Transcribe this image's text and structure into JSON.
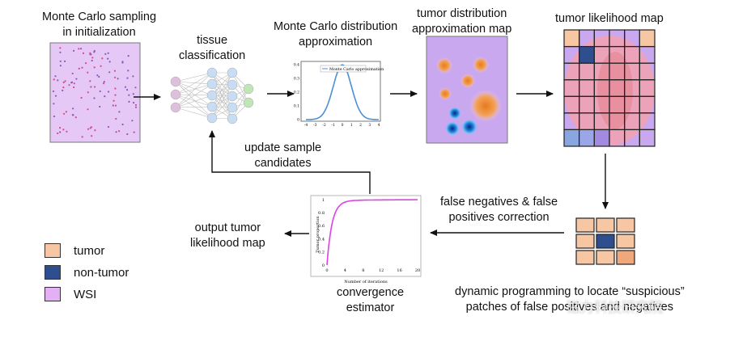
{
  "labels": {
    "mc_sampling": [
      "Monte Carlo sampling",
      "in initialization"
    ],
    "tissue_classification": [
      "tissue",
      "classification"
    ],
    "mc_distribution": [
      "Monte Carlo distribution",
      "approximation"
    ],
    "tumor_distribution": [
      "tumor distribution",
      "approximation map"
    ],
    "tumor_likelihood": [
      "tumor likelihood map"
    ],
    "update_candidates": [
      "update sample",
      "candidates"
    ],
    "fn_fp_correction": [
      "false negatives & false",
      "positives correction"
    ],
    "output_map": [
      "output tumor",
      "likelihood map"
    ],
    "convergence": [
      "convergence",
      "estimator"
    ],
    "dynamic_programming": [
      "dynamic programming to locate “suspicious”",
      "patches of false positives and negatives"
    ]
  },
  "legend": [
    {
      "label": "tumor",
      "color": "#f7c6a3"
    },
    {
      "label": "non-tumor",
      "color": "#2e4e8f"
    },
    {
      "label": "WSI",
      "color": "#e3b0f5"
    }
  ],
  "gaussian_plot": {
    "legend": "Monte Carlo approximation",
    "x_ticks": [
      "-4",
      "-3",
      "-2",
      "-1",
      "0",
      "1",
      "2",
      "3",
      "4"
    ],
    "y_ticks": [
      "0",
      "0.1",
      "0.2",
      "0.3",
      "0.4"
    ]
  },
  "convergence_plot": {
    "xlabel": "Number of iterations",
    "ylabel": "Tumor proportion",
    "x_ticks": [
      "0",
      "4",
      "8",
      "12",
      "16",
      "20"
    ],
    "y_ticks": [
      "0",
      "0.2",
      "0.4",
      "0.6",
      "0.8",
      "1"
    ]
  },
  "watermark": "磁力科技研究院",
  "colors": {
    "wsi": "#e6c8f7",
    "tumor": "#f7c6a3",
    "non_tumor": "#2e4e8f",
    "node_pink": "#dcc0dc",
    "node_blue": "#c8dcf3",
    "node_green": "#bfe6b4",
    "gauss": "#4d8fd6",
    "convergence": "#e040e8"
  }
}
